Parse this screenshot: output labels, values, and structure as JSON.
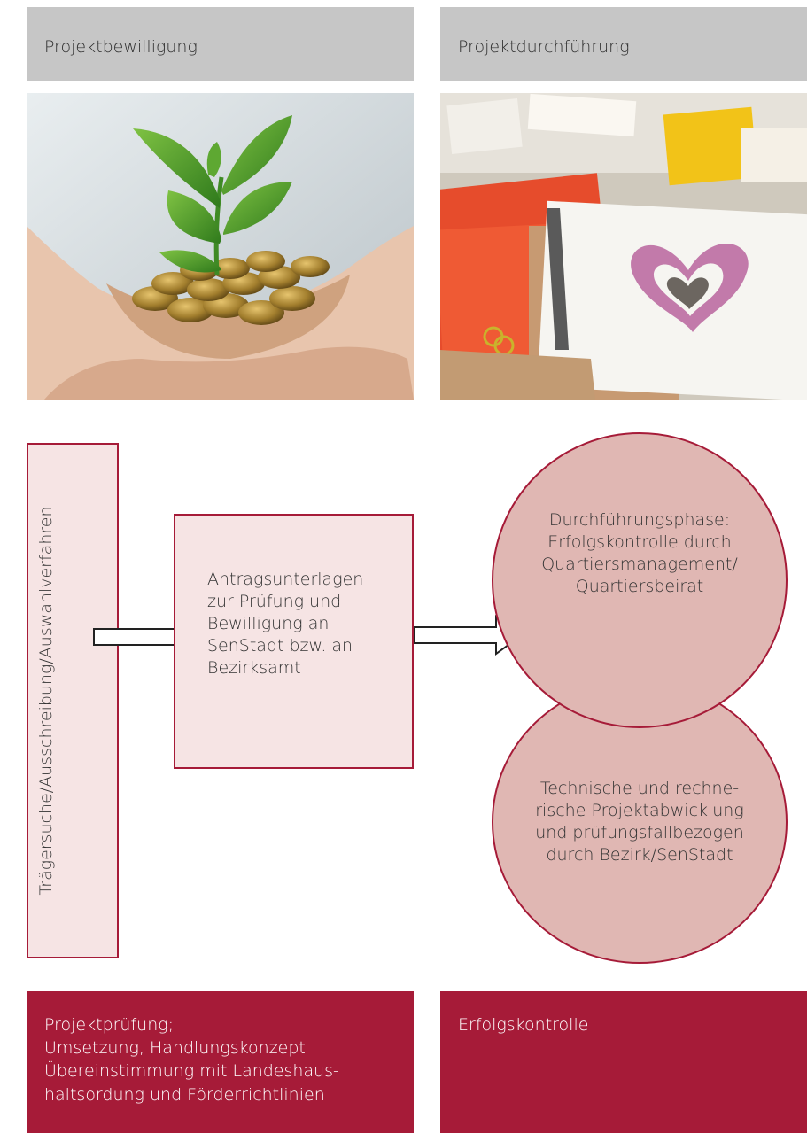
{
  "header": {
    "left_title": "Projektbewilligung",
    "right_title": "Projektdurchführung"
  },
  "flow": {
    "vertical_label": "Trägersuche/Ausschreibung/Auswahlverfahren",
    "middle_box": {
      "lines": [
        "Antragsunterlagen",
        "zur Prüfung und",
        "Bewilligung an",
        "SenStadt bzw. an",
        "Bezirksamt"
      ]
    },
    "circle_top": {
      "lines": [
        "Durchführungsphase:",
        "Erfolgskontrolle durch",
        "Quartiersmanagement/",
        "Quartiersbeirat"
      ]
    },
    "circle_bottom": {
      "lines": [
        "Technische und rechne-",
        "rische Projektabwicklung",
        "und prüfungsfallbezogen",
        "durch Bezirk/SenStadt"
      ]
    }
  },
  "footer": {
    "left_lines": [
      "Projektprüfung;",
      "Umsetzung, Handlungskonzept",
      "Übereinstimmung mit Landeshaus-",
      "haltsordung und Förderrichtlinien"
    ],
    "right_title": "Erfolgskontrolle"
  },
  "colors": {
    "header_gray": "#c6c6c6",
    "accent_red": "#a61b38",
    "box_pink": "#f6e4e4",
    "circle_pink": "#e0b7b3"
  }
}
